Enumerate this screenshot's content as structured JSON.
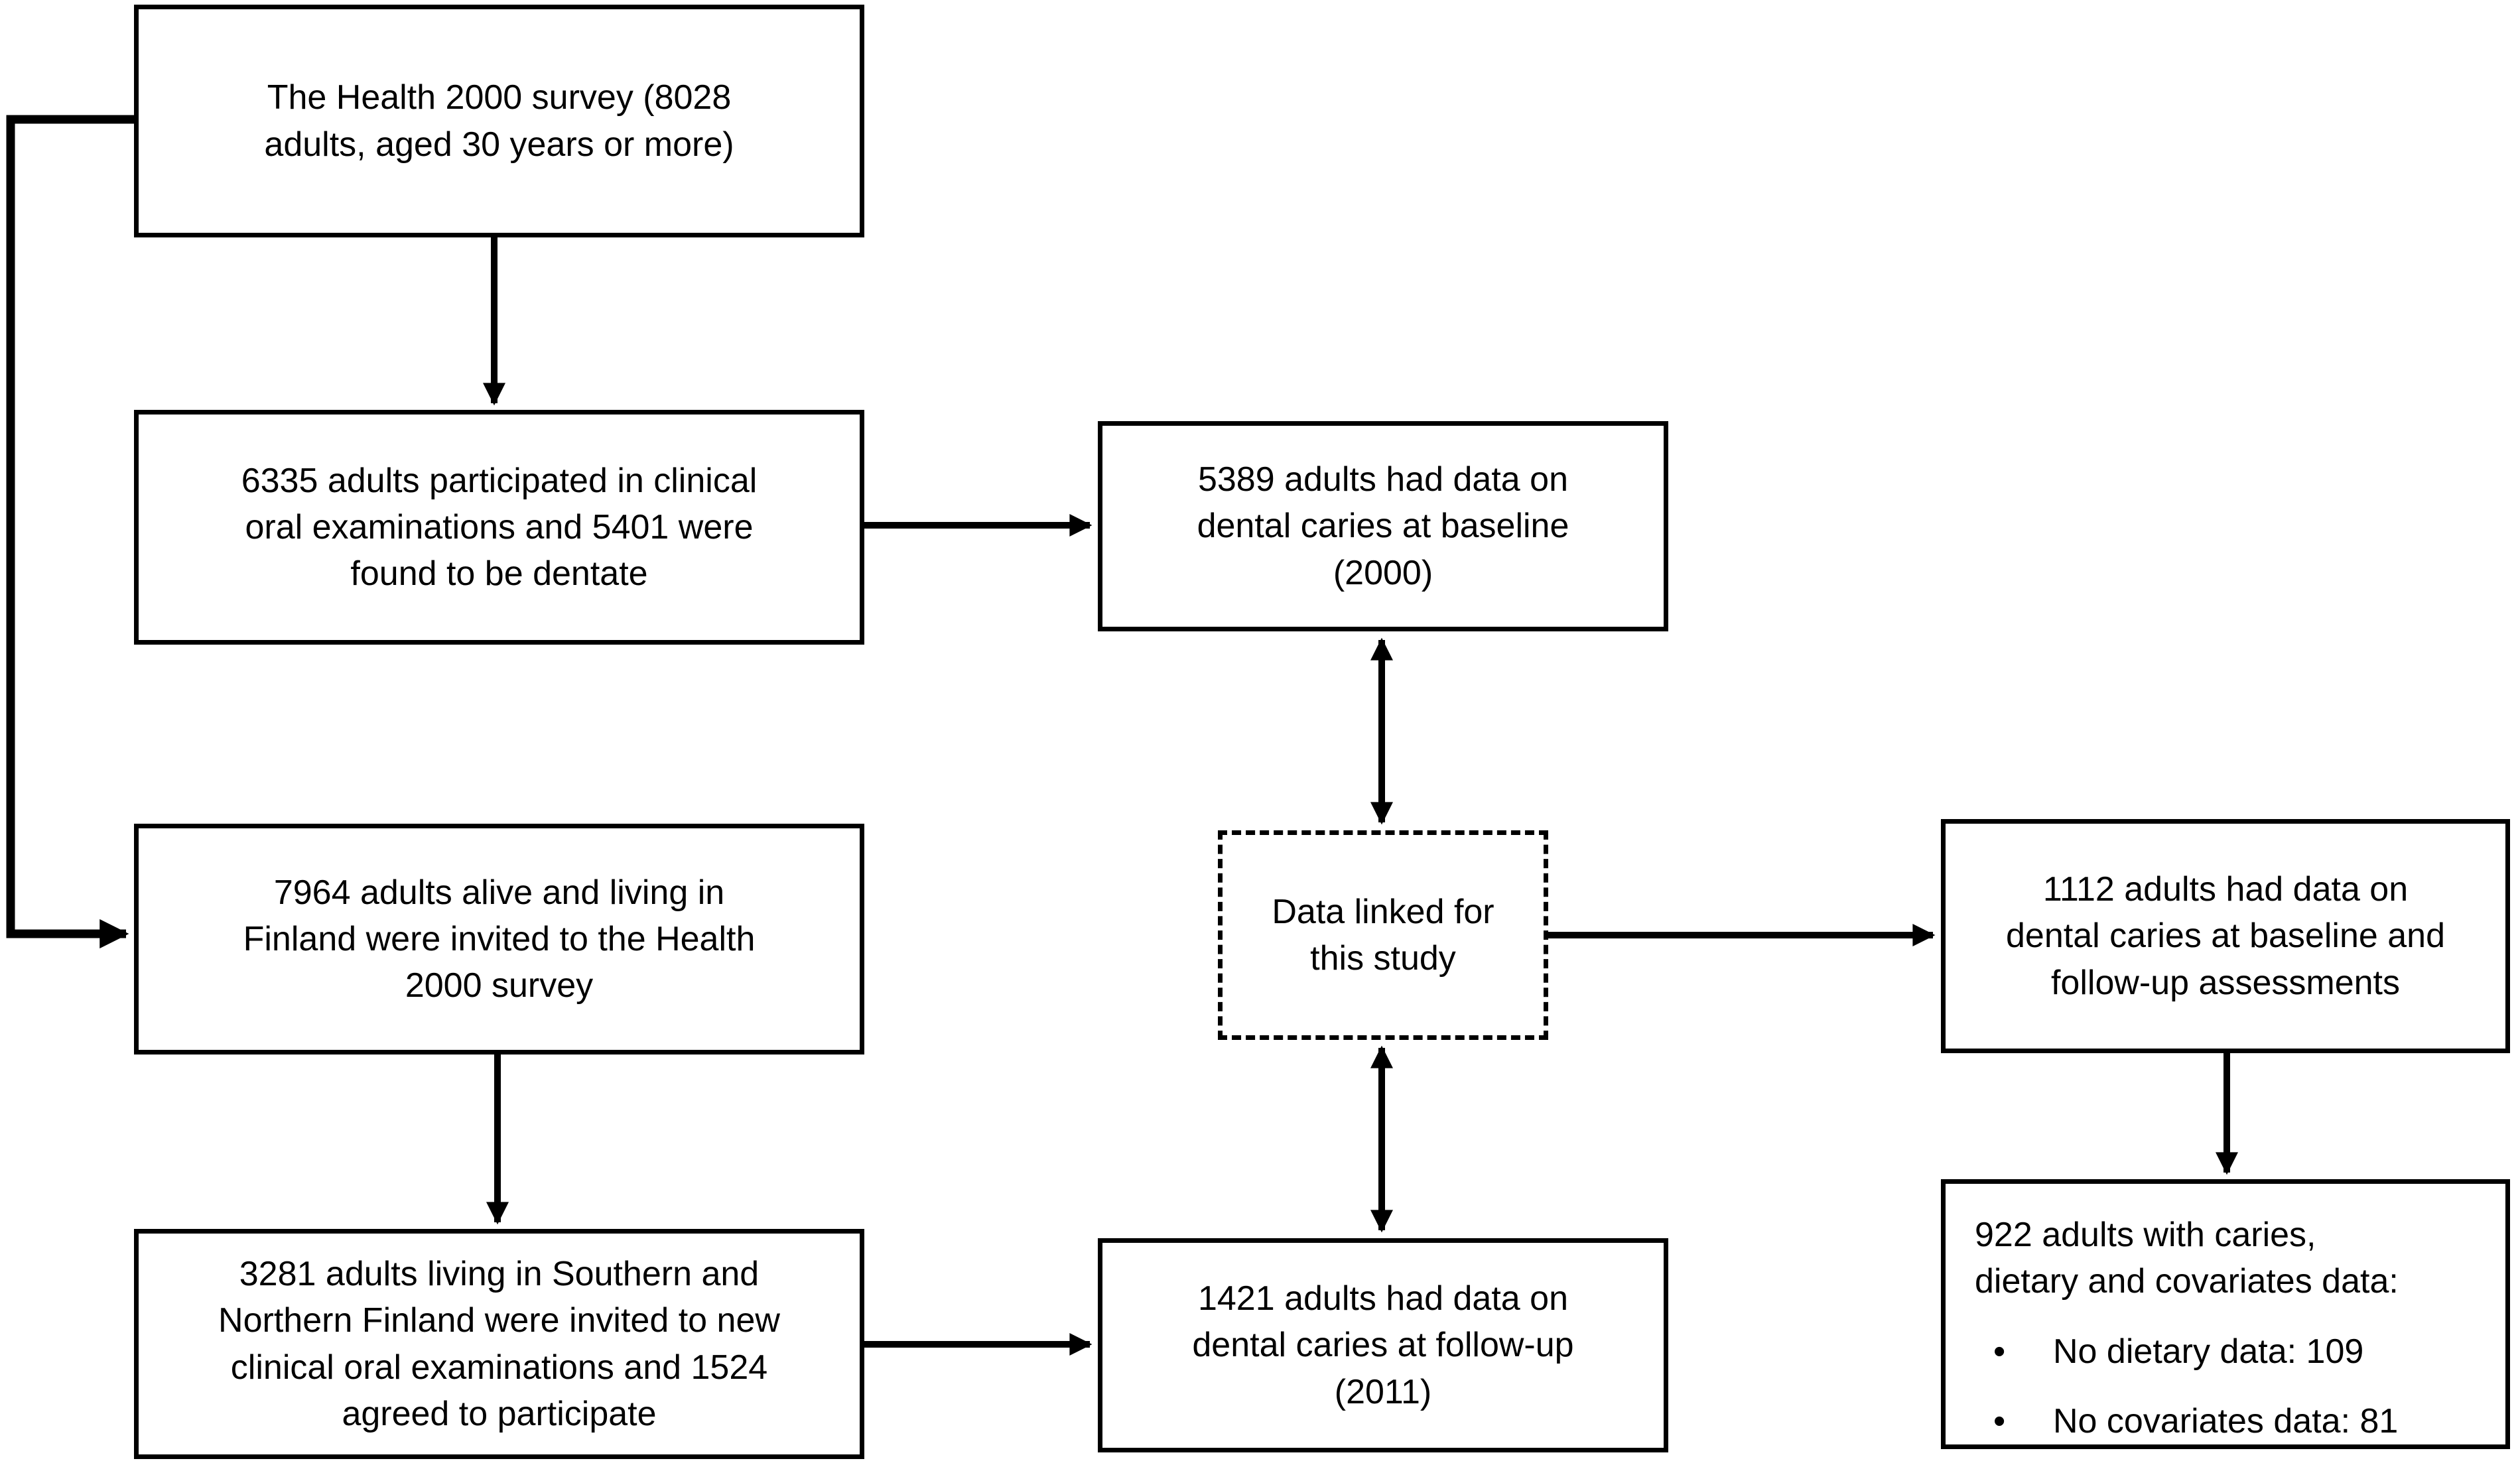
{
  "colors": {
    "ink": "#000000",
    "background": "#ffffff"
  },
  "nodes": {
    "survey": {
      "text": "The Health 2000 survey (8028\nadults, aged 30 years or more)"
    },
    "exams": {
      "text": "6335 adults participated in clinical\noral examinations and 5401 were\nfound to be dentate"
    },
    "invited": {
      "text": "7964 adults alive and living in\nFinland were invited to the Health\n2000 survey"
    },
    "southern": {
      "text": "3281 adults living in Southern and\nNorthern Finland were invited to new\nclinical oral examinations and 1524\nagreed to participate"
    },
    "baseline": {
      "text": "5389 adults had data on\ndental caries at baseline\n(2000)"
    },
    "linked": {
      "text": "Data linked for\nthis study"
    },
    "followup": {
      "text": "1421 adults had data on\ndental caries at follow-up\n(2011)"
    },
    "both": {
      "text": "1112 adults had data on\ndental caries at baseline and\nfollow-up assessments"
    },
    "final": {
      "title": "922 adults with caries,\ndietary and covariates data:",
      "bullets": [
        "No dietary data: 109",
        "No covariates data: 81"
      ]
    }
  }
}
